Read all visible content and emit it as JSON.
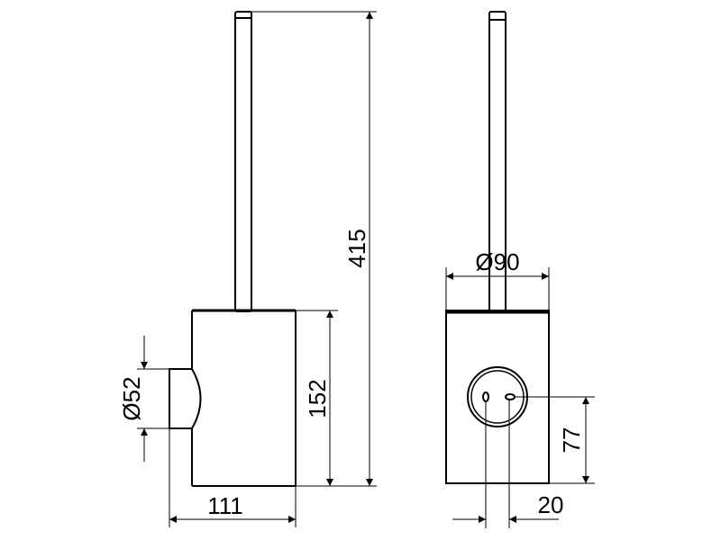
{
  "drawing": {
    "views": [
      "side-view",
      "front-view"
    ],
    "dimensions": {
      "total_height": "415",
      "body_height": "152",
      "body_depth": "111",
      "knob_diameter": "Ø52",
      "body_diameter": "Ø90",
      "mount_height": "77",
      "hole_spacing": "20"
    },
    "line_color": "#000000",
    "background": "#ffffff"
  }
}
